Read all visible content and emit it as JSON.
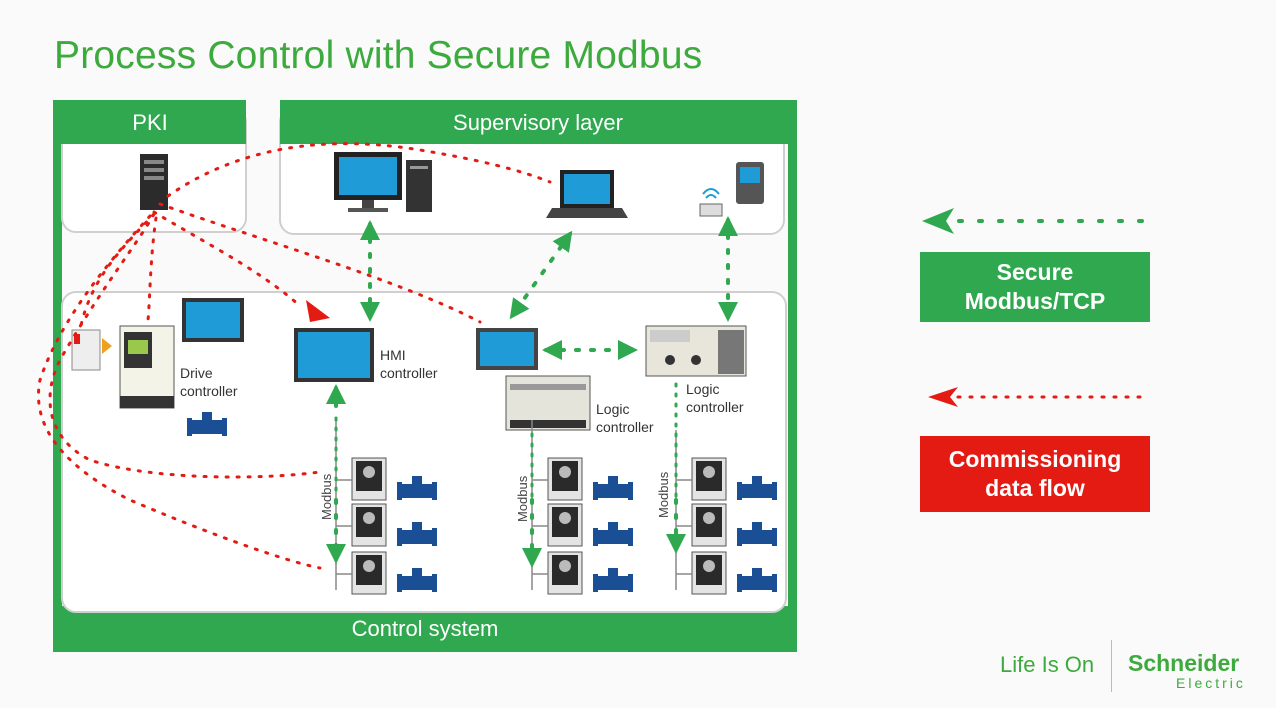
{
  "slide": {
    "title": "Process Control with Secure Modbus"
  },
  "diagram": {
    "pki_label": "PKI",
    "supervisory_label": "Supervisory layer",
    "control_label": "Control system",
    "drive_label": [
      "Drive",
      "controller"
    ],
    "hmi_label": [
      "HMI",
      "controller"
    ],
    "logic1_label": [
      "Logic",
      "controller"
    ],
    "logic2_label": [
      "Logic",
      "controller"
    ],
    "modbus_label": "Modbus"
  },
  "legend": {
    "secure_label": [
      "Secure",
      "Modbus/TCP"
    ],
    "commissioning_label": [
      "Commissioning",
      "data flow"
    ]
  },
  "branding": {
    "tagline": "Life Is On",
    "company": "Schneider",
    "company_sub": "Electric"
  },
  "colors": {
    "green": "#2fa84f",
    "red": "#e31b13",
    "screen_blue": "#1f9bd7"
  }
}
